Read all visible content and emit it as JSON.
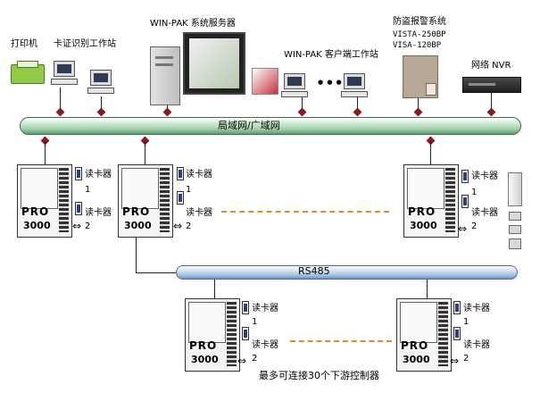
{
  "labels": {
    "printer": "打印机",
    "badge_station": "卡证识别工作站",
    "server": "WIN-PAK 系统服务器",
    "client_station": "WIN-PAK 客户端工作站",
    "alarm_title": "防盗报警系统",
    "vista250": "VISTA-250BP",
    "vista120": "VISA-120BP",
    "nvr": "网络 NVR",
    "lan": "局域网/广域网",
    "rs485": "RS485",
    "footer": "最多可连接30个下游控制器",
    "client_dots": "● ● ●"
  },
  "controller": {
    "brand": "PRO",
    "model": "3000"
  },
  "reader": {
    "label": "读卡器",
    "num1": "1",
    "num2": "2"
  },
  "colors": {
    "node": "#8a1a1f",
    "lan_bar": "#9ecfa8",
    "rs485_bar": "#9fbde0",
    "dash": "#e08a2a"
  }
}
